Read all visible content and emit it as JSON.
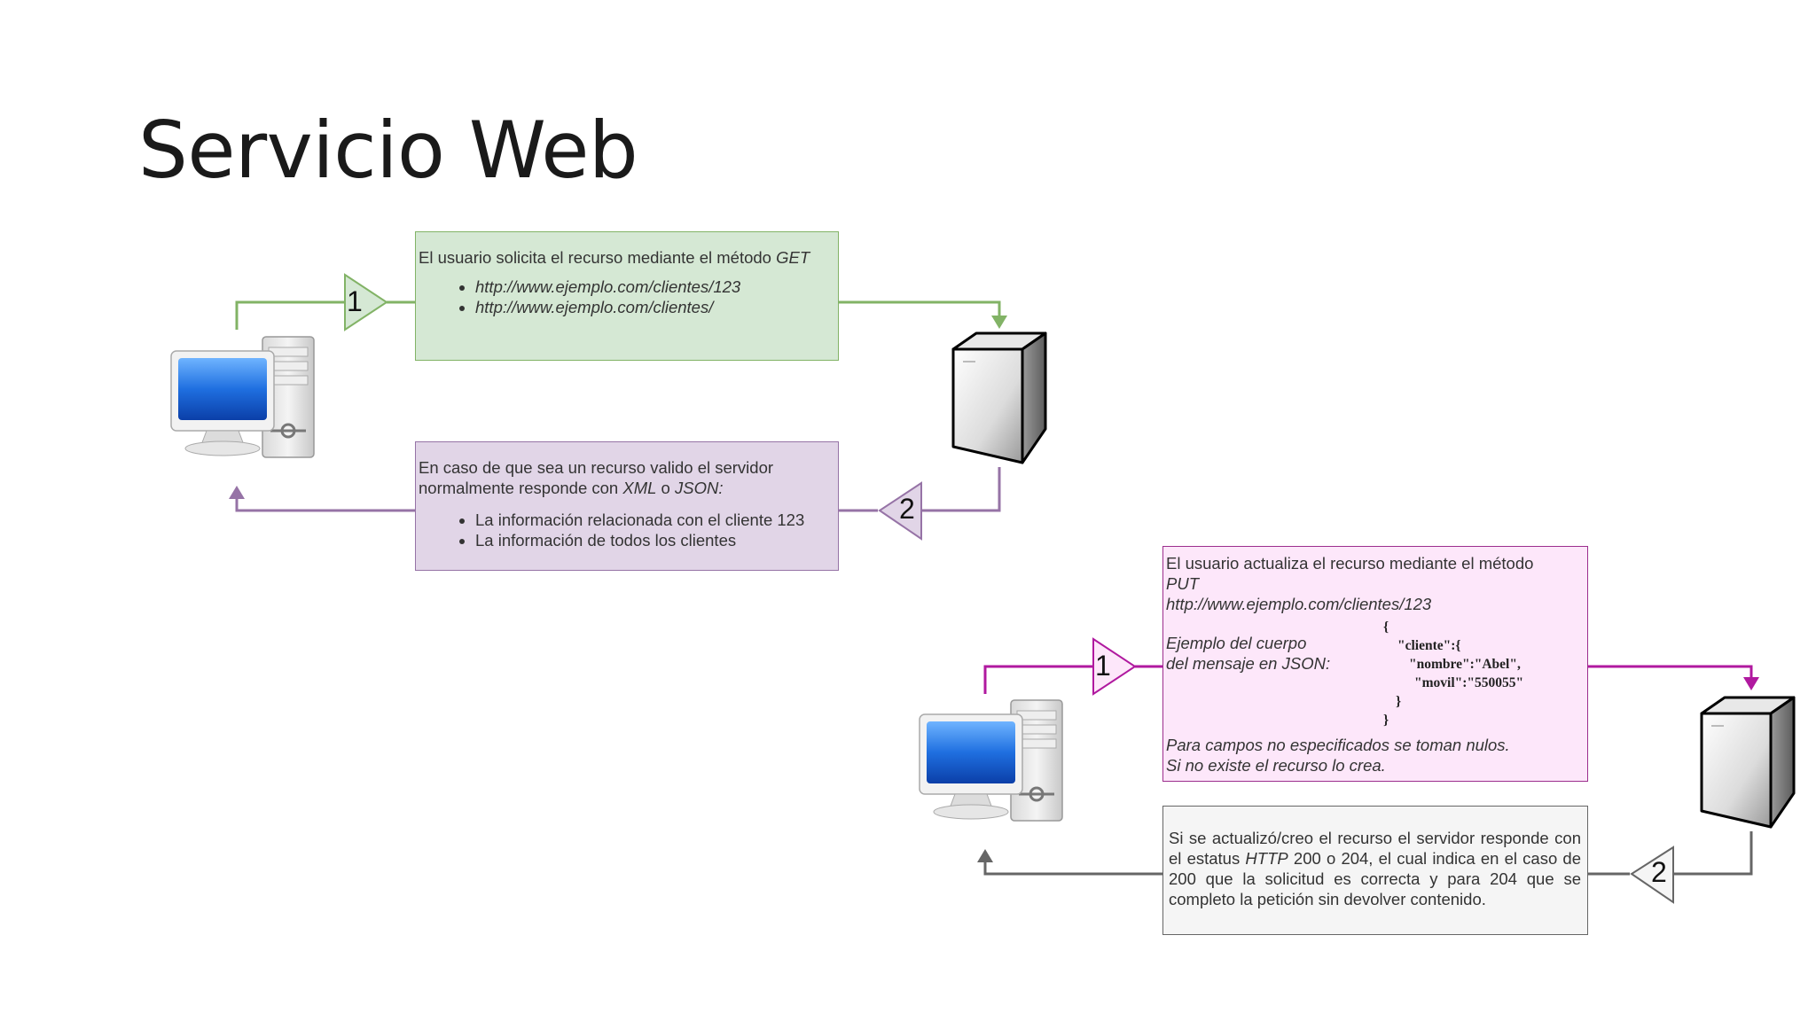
{
  "slide": {
    "title": "Servicio Web"
  },
  "get_flow": {
    "request_step": "1",
    "response_step": "2",
    "request_box": {
      "text": "El usuario solicita el recurso mediante el método",
      "method": "GET",
      "items": [
        "http://www.ejemplo.com/clientes/123",
        "http://www.ejemplo.com/clientes/"
      ]
    },
    "response_box": {
      "line1": "En caso de que sea un recurso valido el servidor",
      "line2_a": "normalmente responde con",
      "xml": "XML",
      "o": "o",
      "json": "JSON:",
      "items": [
        "La información relacionada con el cliente 123",
        "La información de todos los clientes"
      ]
    }
  },
  "put_flow": {
    "request_step": "1",
    "response_step": "2",
    "request_box": {
      "line1": "El usuario actualiza el recurso mediante el método",
      "method": "PUT",
      "url": "http://www.ejemplo.com/clientes/123",
      "body_label_1": "Ejemplo del cuerpo",
      "body_label_2": "del mensaje en JSON:",
      "json_lines": [
        "{",
        "\"cliente\":{",
        "\"nombre\":\"Abel\",",
        "\"movil\":\"550055\"",
        "}",
        "}"
      ],
      "note_1": "Para campos no especificados se toman nulos.",
      "note_2": "Si no existe el recurso lo crea."
    },
    "response_box": {
      "part1": "Si se actualizó/creo el recurso el servidor responde con el estatus",
      "http": "HTTP",
      "part2": "200 o 204, el cual indica en el caso de 200 que la solicitud es correcta y para 204 que se completo la petición sin devolver contenido."
    }
  },
  "colors": {
    "get_request": "#82b366",
    "get_response": "#9673a6",
    "put_request": "#b0199f",
    "put_response": "#666666"
  }
}
